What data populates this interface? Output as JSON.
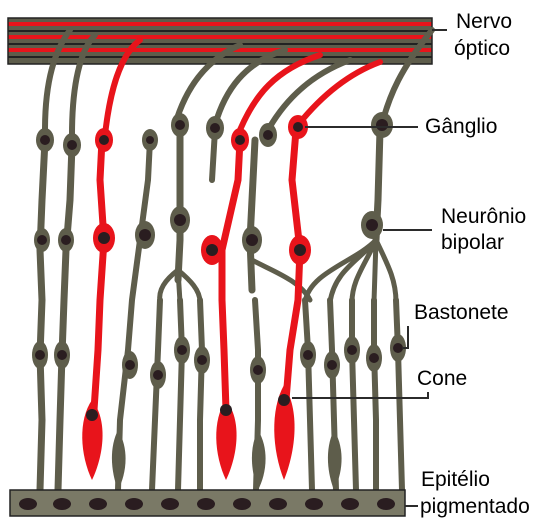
{
  "labels": {
    "nerve_line1": "Nervo",
    "nerve_line2": "óptico",
    "ganglion": "Gânglio",
    "bipolar_line1": "Neurônio",
    "bipolar_line2": "bipolar",
    "rod": "Bastonete",
    "cone": "Cone",
    "epithelium_line1": "Epitélio",
    "epithelium_line2": "pigmentado"
  },
  "colors": {
    "neuron_gray": "#5e5d4b",
    "highlight_red": "#e8141b",
    "nucleus": "#2a1d20",
    "outline": "#222222",
    "leader_line": "#2b2b2b"
  }
}
